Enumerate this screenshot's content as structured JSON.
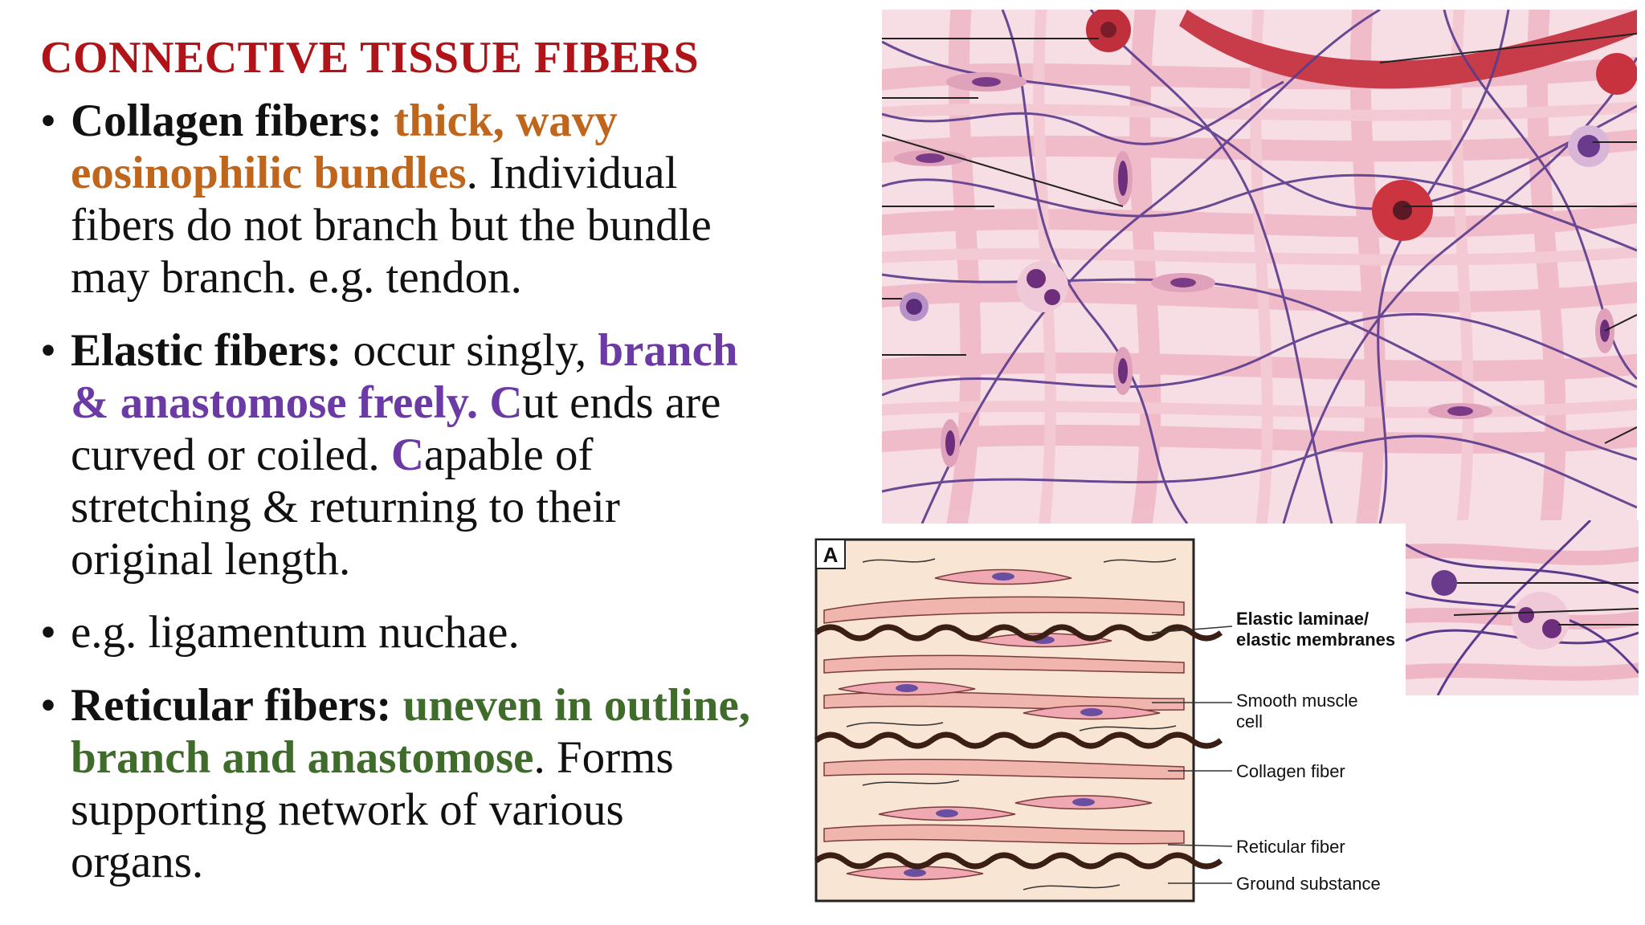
{
  "slide": {
    "title": "CONNECTIVE TISSUE FIBERS",
    "bullets": [
      {
        "term": "Collagen fibers:",
        "highlight": "thick, wavy eosinophilic bundles",
        "rest": ". Individual fibers do not branch but the bundle may branch.  e.g. tendon."
      },
      {
        "term": "Elastic fibers:",
        "part1": " occur singly, ",
        "highlight": "branch & anastomose freely. C",
        "part2": "ut ends are curved or coiled. ",
        "highlight2": "C",
        "part3": "apable of stretching & returning to their original length."
      },
      {
        "text": "e.g. ligamentum nuchae."
      },
      {
        "term": "Reticular fibers:",
        "highlight": " uneven in outline, branch and anastomose",
        "rest": ". Forms supporting network of various organs."
      }
    ]
  },
  "diagram": {
    "panel_label": "A",
    "labels": {
      "elastic_1": "Elastic laminae/",
      "elastic_2": "elastic membranes",
      "smooth_1": "Smooth muscle",
      "smooth_2": "cell",
      "collagen": "Collagen fiber",
      "reticular": "Reticular fiber",
      "ground": "Ground substance"
    }
  },
  "colors": {
    "title": "#b01418",
    "collagen_highlight": "#c0651c",
    "elastic_highlight": "#6c3aa4",
    "reticular_highlight": "#3f6b2b"
  }
}
